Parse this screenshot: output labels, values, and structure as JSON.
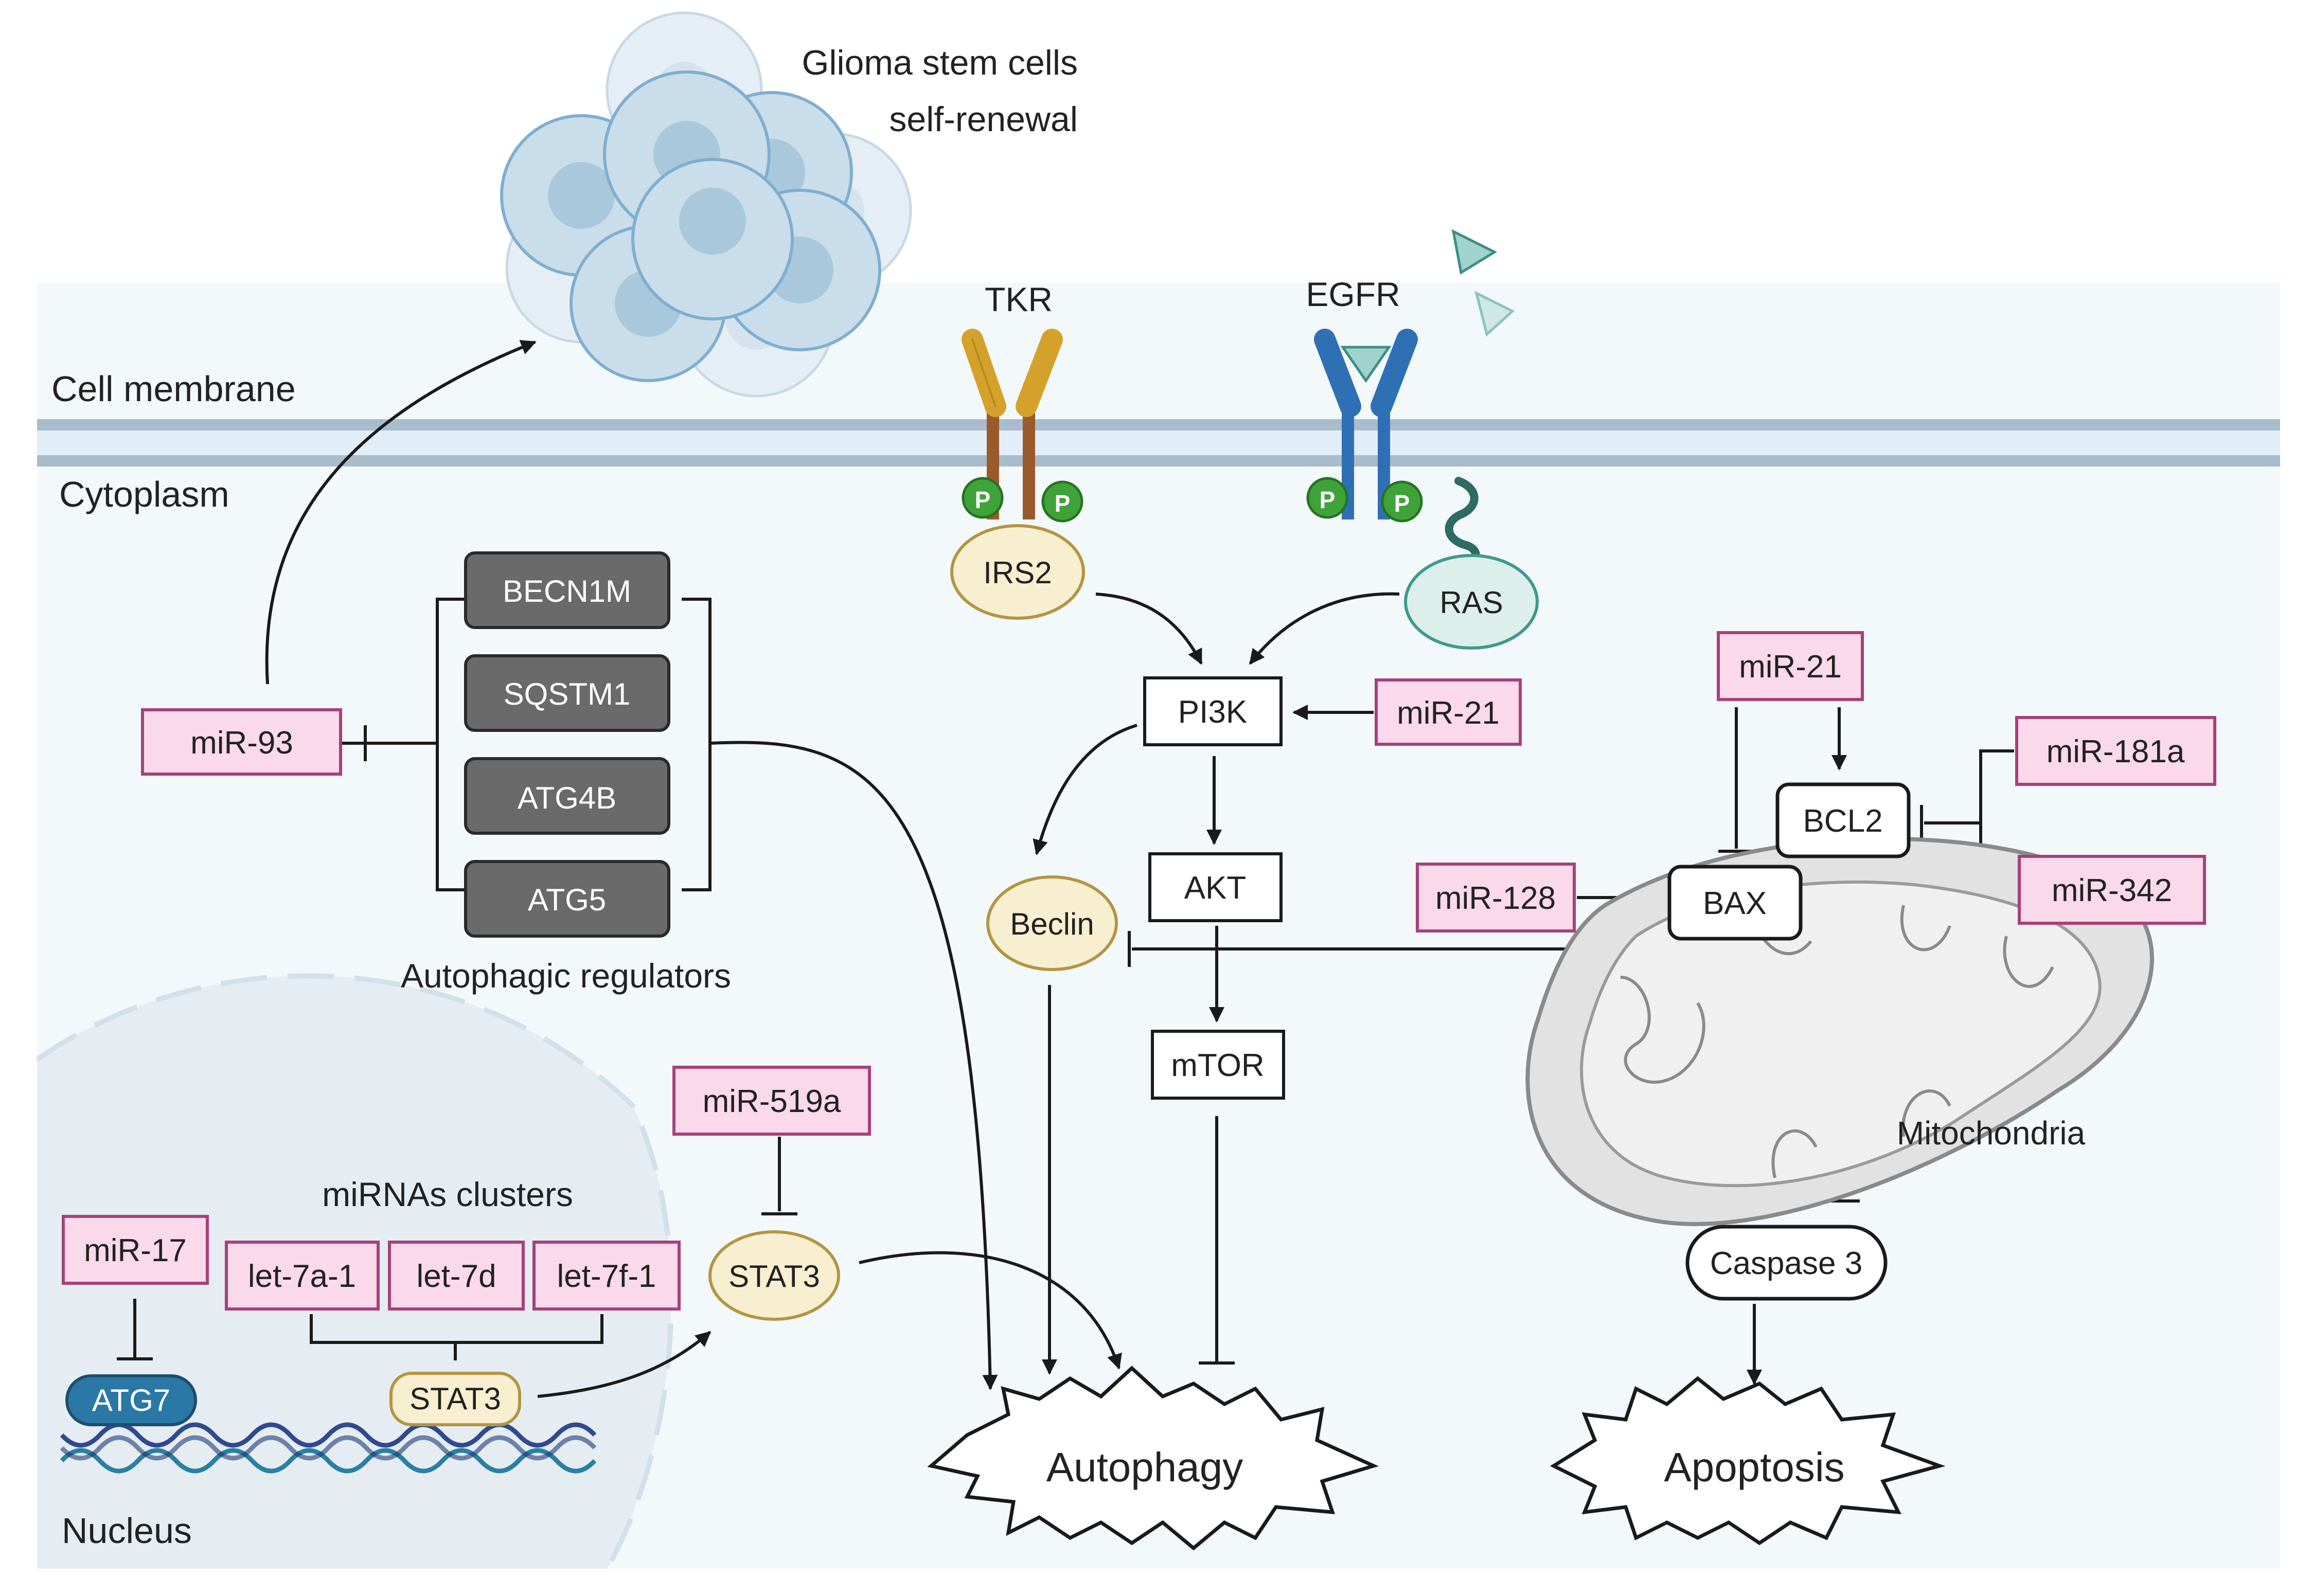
{
  "regions": {
    "cell_membrane": "Cell membrane",
    "cytoplasm": "Cytoplasm",
    "nucleus": "Nucleus",
    "mitochondria": "Mitochondria"
  },
  "stem_cells": {
    "title": "Glioma stem cells",
    "subtitle": "self-renewal"
  },
  "receptors": {
    "tkr": "TKR",
    "egfr": "EGFR",
    "phospho": "P"
  },
  "nodes": {
    "irs2": "IRS2",
    "ras": "RAS",
    "pi3k": "PI3K",
    "akt": "AKT",
    "mtor": "mTOR",
    "beclin": "Beclin",
    "bcl2": "BCL2",
    "bax": "BAX",
    "caspase3": "Caspase 3",
    "stat3_cyto": "STAT3",
    "stat3_nuc": "STAT3",
    "atg7": "ATG7"
  },
  "regulators": {
    "items": [
      "BECN1M",
      "SQSTM1",
      "ATG4B",
      "ATG5"
    ],
    "caption": "Autophagic regulators"
  },
  "mirnas": {
    "mir93": "miR-93",
    "mir21_pi3k": "miR-21",
    "mir21_bcl2": "miR-21",
    "mir181a": "miR-181a",
    "mir342": "miR-342",
    "mir128": "miR-128",
    "mir519a": "miR-519a",
    "mir17": "miR-17"
  },
  "clusters": {
    "title": "miRNAs clusters",
    "items": [
      "let-7a-1",
      "let-7d",
      "let-7f-1"
    ]
  },
  "outcomes": {
    "autophagy": "Autophagy",
    "apoptosis": "Apoptosis"
  },
  "colors": {
    "mirna_fill": "#F9D9EA",
    "mirna_stroke": "#A8407A",
    "regulator_fill": "#6A6A6A",
    "membrane": "#A9BCCB",
    "membrane_inner": "#E1EEF8",
    "cytoplasm": "#F3F8FB",
    "tkr": "#D4A22B",
    "egfr": "#2F70B5",
    "phospho": "#3FA33A",
    "stat3_fill": "#F7EFCF",
    "ras_fill": "#DDEFEA",
    "atg7_fill": "#2A78A6"
  }
}
